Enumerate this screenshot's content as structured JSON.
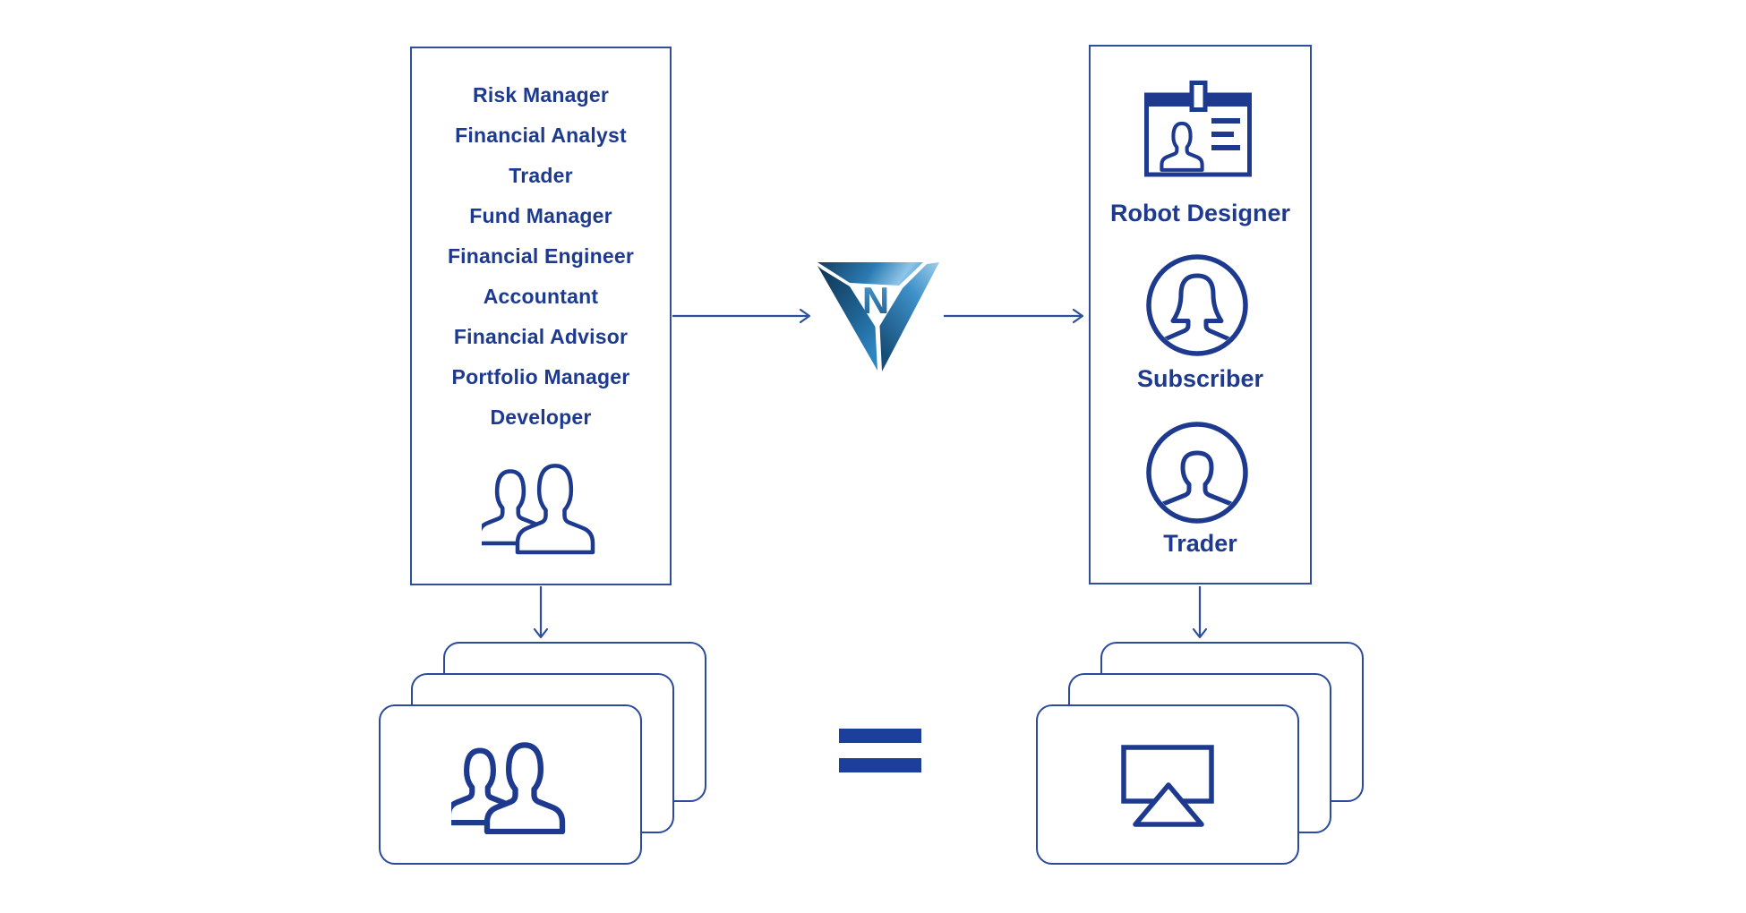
{
  "left_box": {
    "roles": [
      "Risk Manager",
      "Financial Analyst",
      "Trader",
      "Fund Manager",
      "Financial Engineer",
      "Accountant",
      "Financial Advisor",
      "Portfolio Manager",
      "Developer"
    ],
    "icon": "people-icon"
  },
  "logo": {
    "letter": "N",
    "icon": "triangle-n-logo"
  },
  "right_box": {
    "items": [
      {
        "icon": "id-badge-icon",
        "label": "Robot Designer"
      },
      {
        "icon": "female-avatar-icon",
        "label": "Subscriber"
      },
      {
        "icon": "male-avatar-icon",
        "label": "Trader"
      }
    ]
  },
  "bottom_left_stack": {
    "icon": "people-icon"
  },
  "bottom_right_stack": {
    "icon": "screen-share-icon"
  },
  "equals_symbol": "=",
  "colors": {
    "text_navy": "#1d3a8f",
    "line_blue": "#2e4f9b",
    "equals_blue": "#1c3f9c",
    "logo_dark": "#143e62",
    "logo_light": "#8ec5e8"
  }
}
